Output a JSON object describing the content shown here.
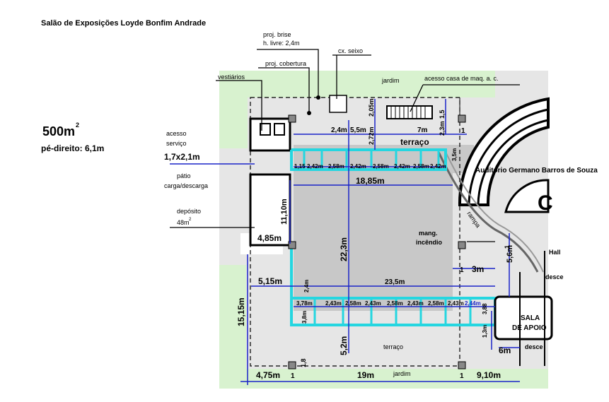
{
  "title": "Salão de Exposições Loyde Bonfim Andrade",
  "area": {
    "value": "500m",
    "sup": "2",
    "ceiling": "pé-direito: 6,1m"
  },
  "labels": {
    "brise_1": "proj. brise",
    "brise_2": "h. livre: 2,4m",
    "seixo": "cx. seixo",
    "cobertura": "proj. cobertura",
    "jardim_top": "jardim",
    "acesso_casa": "acesso casa de maq. a. c.",
    "vestiarios": "vestiários",
    "acesso_1": "acesso",
    "acesso_2": "serviço",
    "porta": "1,7x2,1m",
    "patio_1": "pátio",
    "patio_2": "carga/descarga",
    "deposito_1": "depósito",
    "deposito_2": "48m",
    "deposito_sup": "2",
    "terraco_top": "terraço",
    "auditorio": "Auditório Germano Barros de Souza",
    "rampa": "rampa",
    "mang_1": "mang.",
    "mang_2": "incêndio",
    "hall": "Hall",
    "desce_1": "desce",
    "desce_2": "desce",
    "sala_1": "SALA",
    "sala_2": "DE APOIO",
    "terraco_bottom": "terraço",
    "jardim_bottom": "jardim"
  },
  "dimensions": {
    "d_24m": "2,4m",
    "d_55m": "5,5m",
    "d_7m": "7m",
    "d_1_top": "1",
    "d_205": "2,05m",
    "d_272": "2,72m",
    "d_15": "1,5",
    "d_23": "2,3m",
    "d_35": "3,5m",
    "d_1885": "18,85m",
    "d_1110": "11,10m",
    "d_485": "4,85m",
    "d_223": "22,3m",
    "d_1_right": "1",
    "d_1_mid": "1",
    "d_3m": "3m",
    "d_56": "5,6m",
    "d_515": "5,15m",
    "d_235": "23,5m",
    "d_1515": "15,15m",
    "d_24b": "2,4m",
    "d_13": "1,3m",
    "d_6m": "6m",
    "d_52": "5,2m",
    "d_18": "1,8",
    "d_475": "4,75m",
    "d_1_b1": "1",
    "d_19": "19m",
    "d_1_b2": "1",
    "d_910": "9,10m"
  },
  "bay_labels_top": [
    "1,15",
    "2,42m",
    "2,58m",
    "2,42m",
    "2,58m",
    "2,42m",
    "2,58m",
    "2,42m"
  ],
  "bay_labels_bottom": [
    "3,78m",
    "2,43m",
    "2,58m",
    "2,43m",
    "2,58m",
    "2,43m",
    "2,58m",
    "2,43m",
    "2,44m",
    "3,88"
  ],
  "bay_label_side": "3,8m",
  "letter_c": "C"
}
